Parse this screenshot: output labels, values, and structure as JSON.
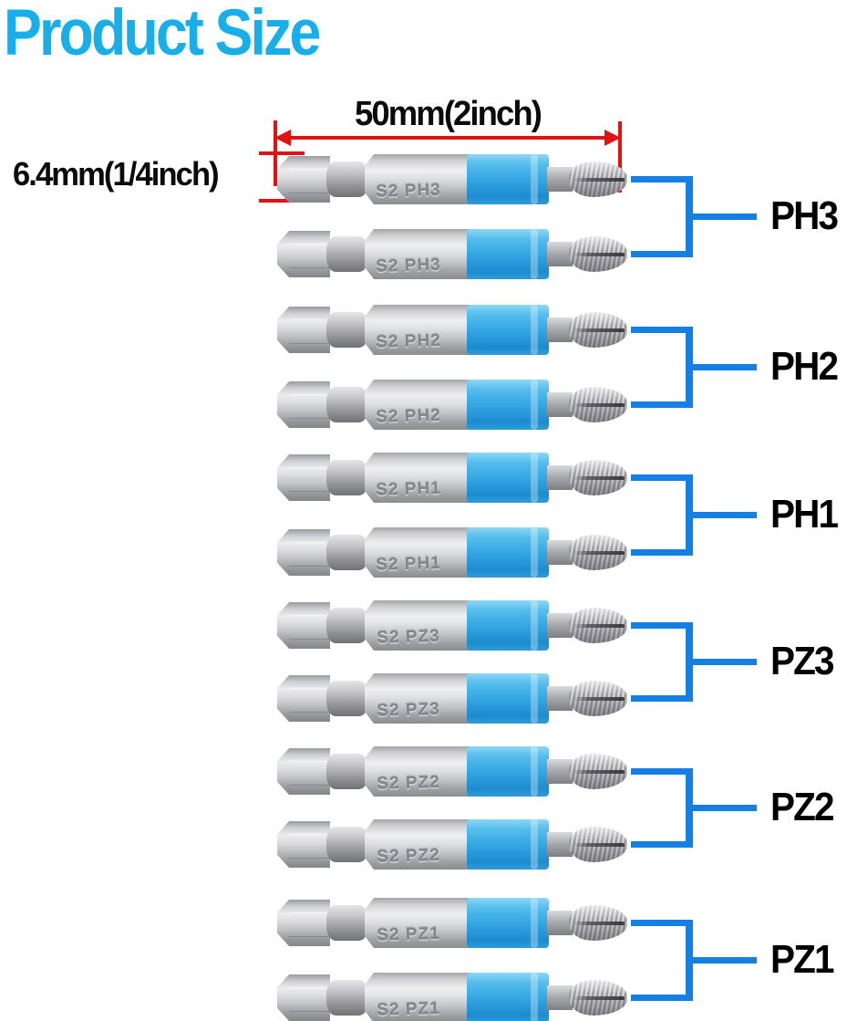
{
  "title": "Product Size",
  "dimensions": {
    "length_label": "50mm(2inch)",
    "shank_label": "6.4mm(1/4inch)"
  },
  "groups": [
    {
      "label": "PH3",
      "bit_marking": "S2 PH3",
      "bit_count": 2
    },
    {
      "label": "PH2",
      "bit_marking": "S2 PH2",
      "bit_count": 2
    },
    {
      "label": "PH1",
      "bit_marking": "S2 PH1",
      "bit_count": 2
    },
    {
      "label": "PZ3",
      "bit_marking": "S2 PZ3",
      "bit_count": 2
    },
    {
      "label": "PZ2",
      "bit_marking": "S2 PZ2",
      "bit_count": 2
    },
    {
      "label": "PZ1",
      "bit_marking": "S2 PZ1",
      "bit_count": 2
    }
  ],
  "colors": {
    "title_color": "#18aeea",
    "dimension_red": "#e31212",
    "bracket_blue": "#157fe3",
    "sleeve_blue": "#35a7e3",
    "label_color": "#000000"
  }
}
